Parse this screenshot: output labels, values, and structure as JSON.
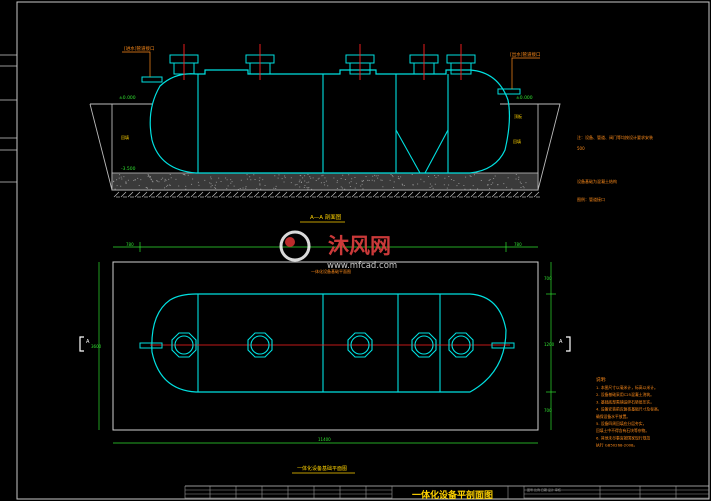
{
  "drawing": {
    "title": "一体化设备平剖面图",
    "section_title": "A—A 剖面图",
    "plan_title": "一体化设备基础平面图",
    "section_mark": "A",
    "label_inlet": "[进水]管道接口",
    "label_outlet": "[出水]管道接口",
    "label_ground_left": "±0.000",
    "label_ground_right": "±0.000",
    "label_bottom": "-3.500",
    "label_soil_left": "回填",
    "label_soil_right": "回填",
    "label_top_plate": "顶板",
    "note_side_1": "注：设备、管道、阀门等均按设计要求安装",
    "note_side_2": "500",
    "note_side_3": "设备基础为混凝土结构",
    "note_side_4": "图例：管道接口",
    "dim_top_left": "780",
    "dim_top_right": "780",
    "dim_left_vert": "3600",
    "dim_bottom": "11400",
    "dim_right_1": "700",
    "dim_right_2": "1200",
    "dim_right_3": "700",
    "notes_heading": "说明:",
    "notes": [
      "1. 本图尺寸以毫米计，标高以米计。",
      "2. 设备基础采用C25混凝土浇筑。",
      "3. 基础底部需铺设碎石垫层压实。",
      "4. 设备安装前应复核基础尺寸及标高，",
      "   确保设备水平放置。",
      "5. 设备四周回填应分层夯实，",
      "   回填土中不得含有石块等杂物。",
      "6. 其他未尽事宜按国家现行规范",
      "   执行 GB50268-2008。"
    ],
    "watermark_brand": "沐风网",
    "watermark_url": "www.mfcad.com",
    "title_block_note": "图号 比例 日期 设计 审核"
  },
  "colors": {
    "background": "#000000",
    "frame": "#d8d8d8",
    "tank": "#00e0e0",
    "pipe_red": "#ff2020",
    "text_orange": "#ff8c1a",
    "text_green": "#30e030",
    "text_yellow": "#ffd200",
    "ground": "#b0b0b0",
    "watermark": "#e04040"
  }
}
